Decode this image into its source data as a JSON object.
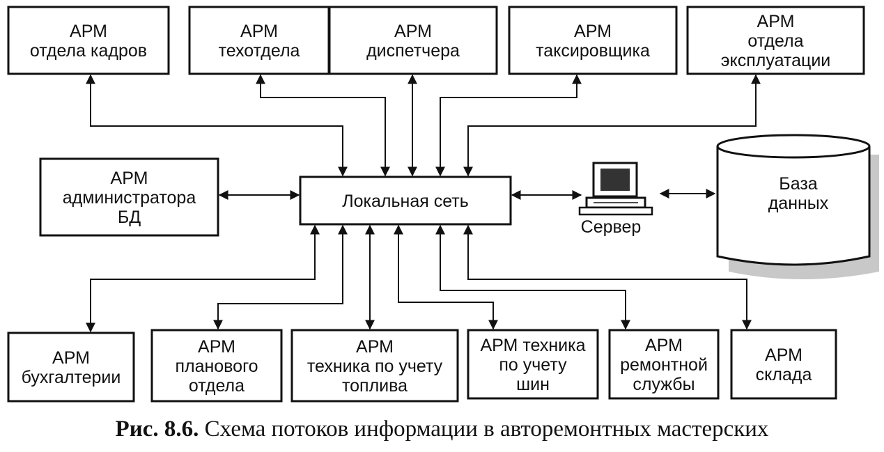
{
  "nodes": {
    "kadry": [
      "АРМ",
      "отдела кадров"
    ],
    "tekh": [
      "АРМ",
      "техотдела"
    ],
    "disp": [
      "АРМ",
      "диспетчера"
    ],
    "taks": [
      "АРМ",
      "таксировщика"
    ],
    "expl": [
      "АРМ",
      "отдела",
      "эксплуатации"
    ],
    "admin": [
      "АРМ",
      "администратора",
      "БД"
    ],
    "network": [
      "Локальная сеть"
    ],
    "server": [
      "Сервер"
    ],
    "database": [
      "База",
      "данных"
    ],
    "buh": [
      "АРМ",
      "бухгалтерии"
    ],
    "plan": [
      "АРМ",
      "планового",
      "отдела"
    ],
    "toplivo": [
      "АРМ",
      "техника по учету",
      "топлива"
    ],
    "shiny": [
      "АРМ техника",
      "по учету",
      "шин"
    ],
    "remont": [
      "АРМ",
      "ремонтной",
      "службы"
    ],
    "sklad": [
      "АРМ",
      "склада"
    ]
  },
  "caption": {
    "label": "Рис. 8.6.",
    "text": "Схема потоков информации в авторемонтных мастерских"
  }
}
